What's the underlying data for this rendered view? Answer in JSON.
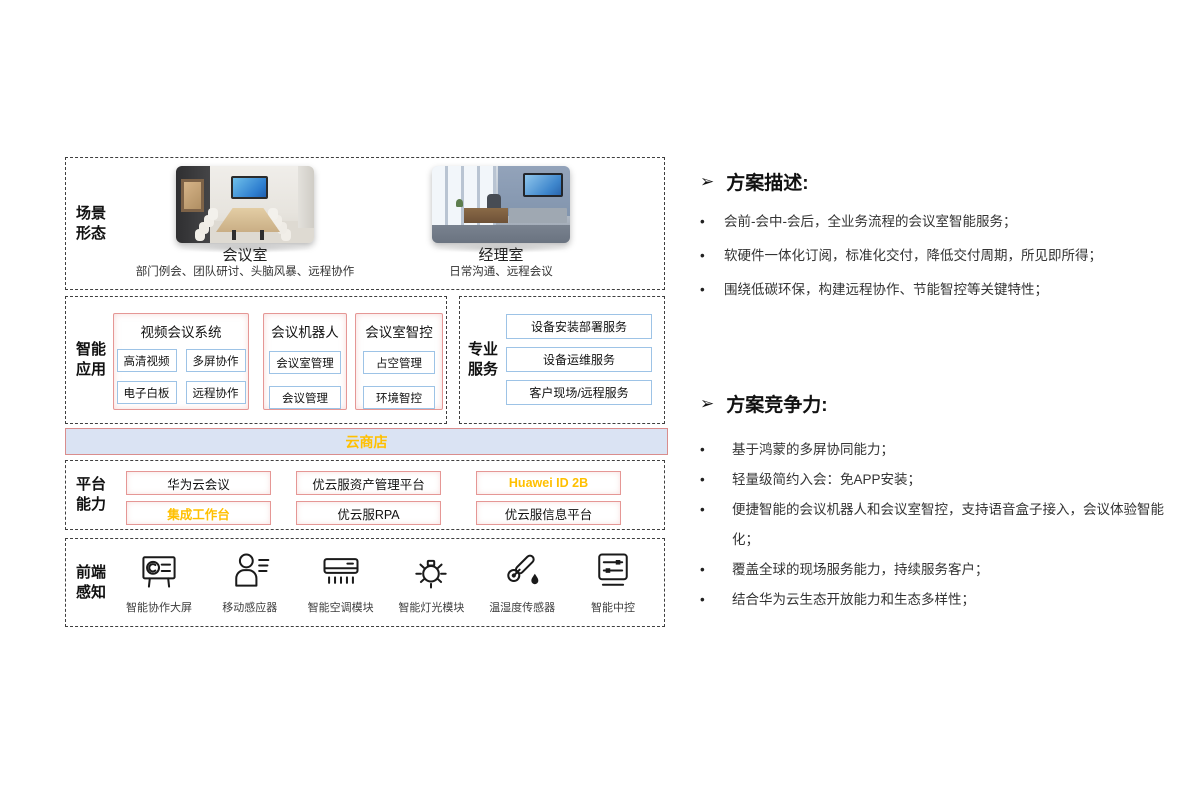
{
  "colors": {
    "accent_orange": "#FFC000",
    "card_border_red": "#E59795",
    "chip_border_blue": "#9DC3E6",
    "cloud_bar_bg": "#DAE3F3",
    "dashed_border": "#3F3F3F"
  },
  "glyphs": {
    "header_arrow": "➢",
    "bullet": "•"
  },
  "scene": {
    "label1": "场景",
    "label2": "形态",
    "rooms": [
      {
        "title": "会议室",
        "caption": "部门例会、团队研讨、头脑风暴、远程协作"
      },
      {
        "title": "经理室",
        "caption": "日常沟通、远程会议"
      }
    ]
  },
  "apps": {
    "label1": "智能",
    "label2": "应用",
    "cards": [
      {
        "title": "视频会议系统",
        "chips": [
          "高清视频",
          "多屏协作",
          "电子白板",
          "远程协作"
        ]
      },
      {
        "title": "会议机器人",
        "chips": [
          "会议室管理",
          "会议管理"
        ]
      },
      {
        "title": "会议室智控",
        "chips": [
          "占空管理",
          "环境智控"
        ]
      }
    ]
  },
  "services": {
    "label1": "专业",
    "label2": "服务",
    "items": [
      "设备安装部署服务",
      "设备运维服务",
      "客户现场/远程服务"
    ]
  },
  "cloud_bar": {
    "label": "云商店"
  },
  "platform": {
    "label1": "平台",
    "label2": "能力",
    "boxes": [
      {
        "label": "华为云会议",
        "highlight": false
      },
      {
        "label": "优云服资产管理平台",
        "highlight": false
      },
      {
        "label": "Huawei ID 2B",
        "highlight": true
      },
      {
        "label": "集成工作台",
        "highlight": true
      },
      {
        "label": "优云服RPA",
        "highlight": false
      },
      {
        "label": "优云服信息平台",
        "highlight": false
      }
    ]
  },
  "frontend": {
    "label1": "前端",
    "label2": "感知",
    "devices": [
      {
        "label": "智能协作大屏",
        "icon": "collab-screen-icon"
      },
      {
        "label": "移动感应器",
        "icon": "motion-sensor-icon"
      },
      {
        "label": "智能空调模块",
        "icon": "ac-module-icon"
      },
      {
        "label": "智能灯光模块",
        "icon": "light-module-icon"
      },
      {
        "label": "温湿度传感器",
        "icon": "thermo-humidity-icon"
      },
      {
        "label": "智能中控",
        "icon": "central-control-icon"
      }
    ]
  },
  "solution_description": {
    "title": "方案描述:",
    "bullets": [
      "会前-会中-会后，全业务流程的会议室智能服务；",
      "软硬件一体化订阅，标准化交付，降低交付周期，所见即所得；",
      "围绕低碳环保，构建远程协作、节能智控等关键特性；"
    ]
  },
  "solution_competitiveness": {
    "title": "方案竞争力:",
    "bullets": [
      "基于鸿蒙的多屏协同能力；",
      "轻量级简约入会：免APP安装；",
      "便捷智能的会议机器人和会议室智控，支持语音盒子接入，会议体验智能化；",
      "覆盖全球的现场服务能力，持续服务客户；",
      "结合华为云生态开放能力和生态多样性；"
    ]
  }
}
